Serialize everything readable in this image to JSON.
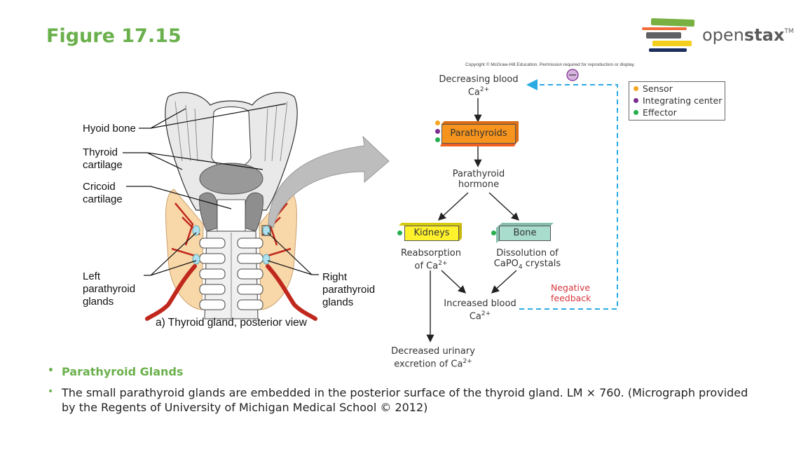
{
  "slide": {
    "title": "Figure 17.15"
  },
  "logo": {
    "text_light": "open",
    "text_bold": "stax",
    "trademark": "TM",
    "bar_colors": [
      "#78b042",
      "#f26c3a",
      "#5e6063",
      "#f4cf1d",
      "#1c2d5c"
    ]
  },
  "anatomy": {
    "labels": {
      "hyoid": "Hyoid bone",
      "thyroid_cart_1": "Thyroid",
      "thyroid_cart_2": "cartilage",
      "cricoid_1": "Cricoid",
      "cricoid_2": "cartilage",
      "left_para_1": "Left",
      "left_para_2": "parathyroid",
      "left_para_3": "glands",
      "right_para_1": "Right",
      "right_para_2": "parathyroid",
      "right_para_3": "glands"
    },
    "caption": "a) Thyroid gland, posterior view"
  },
  "flowchart": {
    "copyright": "Copyright © McGraw-Hill Education. Permission required for reproduction or display.",
    "stimulus_1": "Decreasing blood",
    "stimulus_2": "Ca",
    "ion_charge": "2+",
    "parathyroids": "Parathyroids",
    "hormone_1": "Parathyroid",
    "hormone_2": "hormone",
    "kidneys": "Kidneys",
    "bone": "Bone",
    "reabsorption_1": "Reabsorption",
    "reabsorption_2": "of Ca",
    "dissolution_1": "Dissolution of",
    "dissolution_2a": "CaPO",
    "dissolution_sub": "4",
    "dissolution_2b": " crystals",
    "increased_1": "Increased blood",
    "increased_2": "Ca",
    "decreased_1": "Decreased urinary",
    "decreased_2": "excretion of Ca",
    "negative_1": "Negative",
    "negative_2": "feedback",
    "minus_symbol": "−",
    "colors": {
      "sensor": "#f5a623",
      "integrating": "#7b2d8e",
      "effector": "#27ae4f",
      "parathyroid_box": "#f7941d",
      "kidney_box": "#fff22d",
      "bone_box": "#a8dccc",
      "feedback_line": "#29abe2",
      "negative_text": "#d9373f"
    }
  },
  "legend": {
    "items": [
      {
        "label": "Sensor",
        "color": "#f5a623"
      },
      {
        "label": "Integrating center",
        "color": "#7b2d8e"
      },
      {
        "label": "Effector",
        "color": "#27ae4f"
      }
    ]
  },
  "bullets": {
    "heading": "Parathyroid Glands",
    "body": "The small parathyroid glands are embedded in the posterior surface of the thyroid gland. LM × 760. (Micrograph provided by the Regents of University of Michigan Medical School © 2012)"
  }
}
